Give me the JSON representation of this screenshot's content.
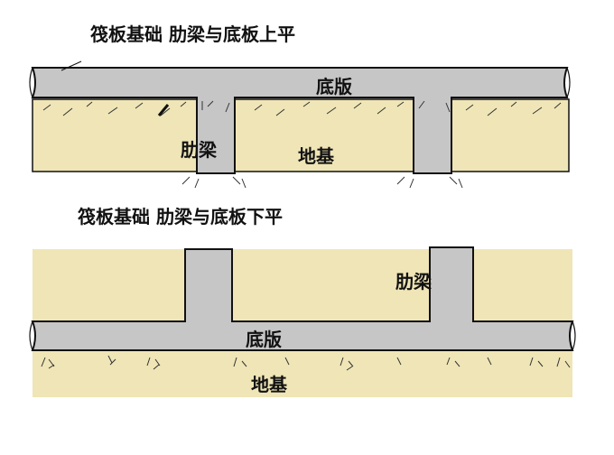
{
  "diagram_top": {
    "title": "筏板基础  肋梁与底板上平",
    "slab_label": "底版",
    "rib_label": "肋梁",
    "ground_label": "地基"
  },
  "diagram_bottom": {
    "title": "筏板基础  肋梁与底板下平",
    "slab_label": "底版",
    "rib_label": "肋梁",
    "ground_label": "地基"
  },
  "colors": {
    "concrete": "#c6c6c6",
    "soil": "#efe5b6",
    "outline": "#111111",
    "background": "#ffffff"
  }
}
